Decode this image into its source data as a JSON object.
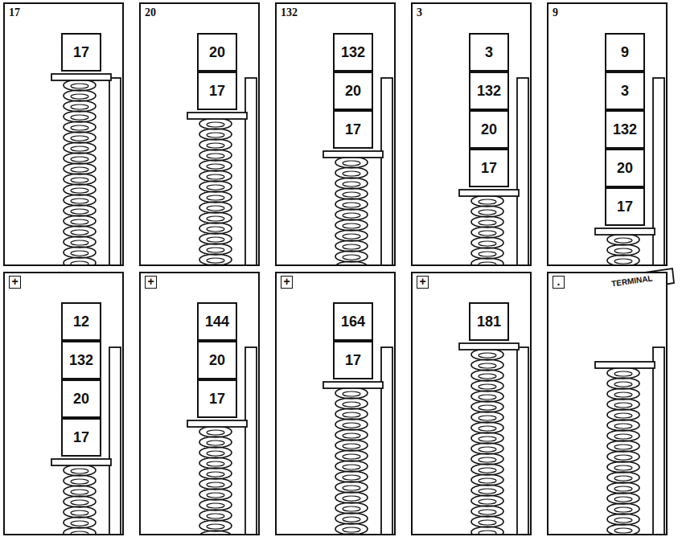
{
  "diagram": {
    "nodes": [
      {
        "text": [
          "17"
        ]
      },
      {
        "text": [
          "17"
        ],
        "in": 0
      },
      {
        "text": [
          "20"
        ]
      },
      {
        "text": [
          "20"
        ],
        "in": 2
      },
      {
        "text": [
          "17"
        ],
        "in": 2
      },
      {
        "text": [
          "132"
        ]
      },
      {
        "text": [
          "132"
        ],
        "in": 5
      },
      {
        "text": [
          "20"
        ],
        "in": 5
      },
      {
        "text": [
          "17"
        ],
        "in": 5
      },
      {
        "text": [
          "3"
        ]
      },
      {
        "text": [
          "3"
        ],
        "in": 9
      },
      {
        "text": [
          "132"
        ],
        "in": 9
      },
      {
        "text": [
          "20"
        ],
        "in": 9
      },
      {
        "text": [
          "17"
        ],
        "in": 9
      },
      {
        "text": [
          "9"
        ]
      },
      {
        "text": [
          "9"
        ],
        "in": 14
      },
      {
        "text": [
          "3"
        ],
        "in": 14
      },
      {
        "text": [
          "132"
        ],
        "in": 14
      },
      {
        "text": [
          "20"
        ],
        "in": 14
      },
      {
        "text": [
          "17"
        ],
        "in": 14
      },
      {
        "text": [
          "+"
        ]
      },
      {
        "text": [
          "12"
        ],
        "in": 20
      },
      {
        "text": [
          "132"
        ],
        "in": 20
      },
      {
        "text": [
          "20"
        ],
        "in": 20
      },
      {
        "text": [
          "17"
        ],
        "in": 20
      },
      {
        "text": [
          "+"
        ]
      },
      {
        "text": [
          "144"
        ],
        "in": 25
      },
      {
        "text": [
          "20"
        ],
        "in": 25
      },
      {
        "text": [
          "17"
        ],
        "in": 25
      },
      {
        "text": [
          "+"
        ]
      },
      {
        "text": [
          "164"
        ],
        "in": 29
      },
      {
        "text": [
          "17"
        ],
        "in": 29
      },
      {
        "text": [
          "+"
        ]
      },
      {
        "text": [
          "181"
        ],
        "in": 32
      },
      {
        "text": [
          "."
        ]
      }
    ],
    "labels": [
      "TERMINAL"
    ]
  }
}
